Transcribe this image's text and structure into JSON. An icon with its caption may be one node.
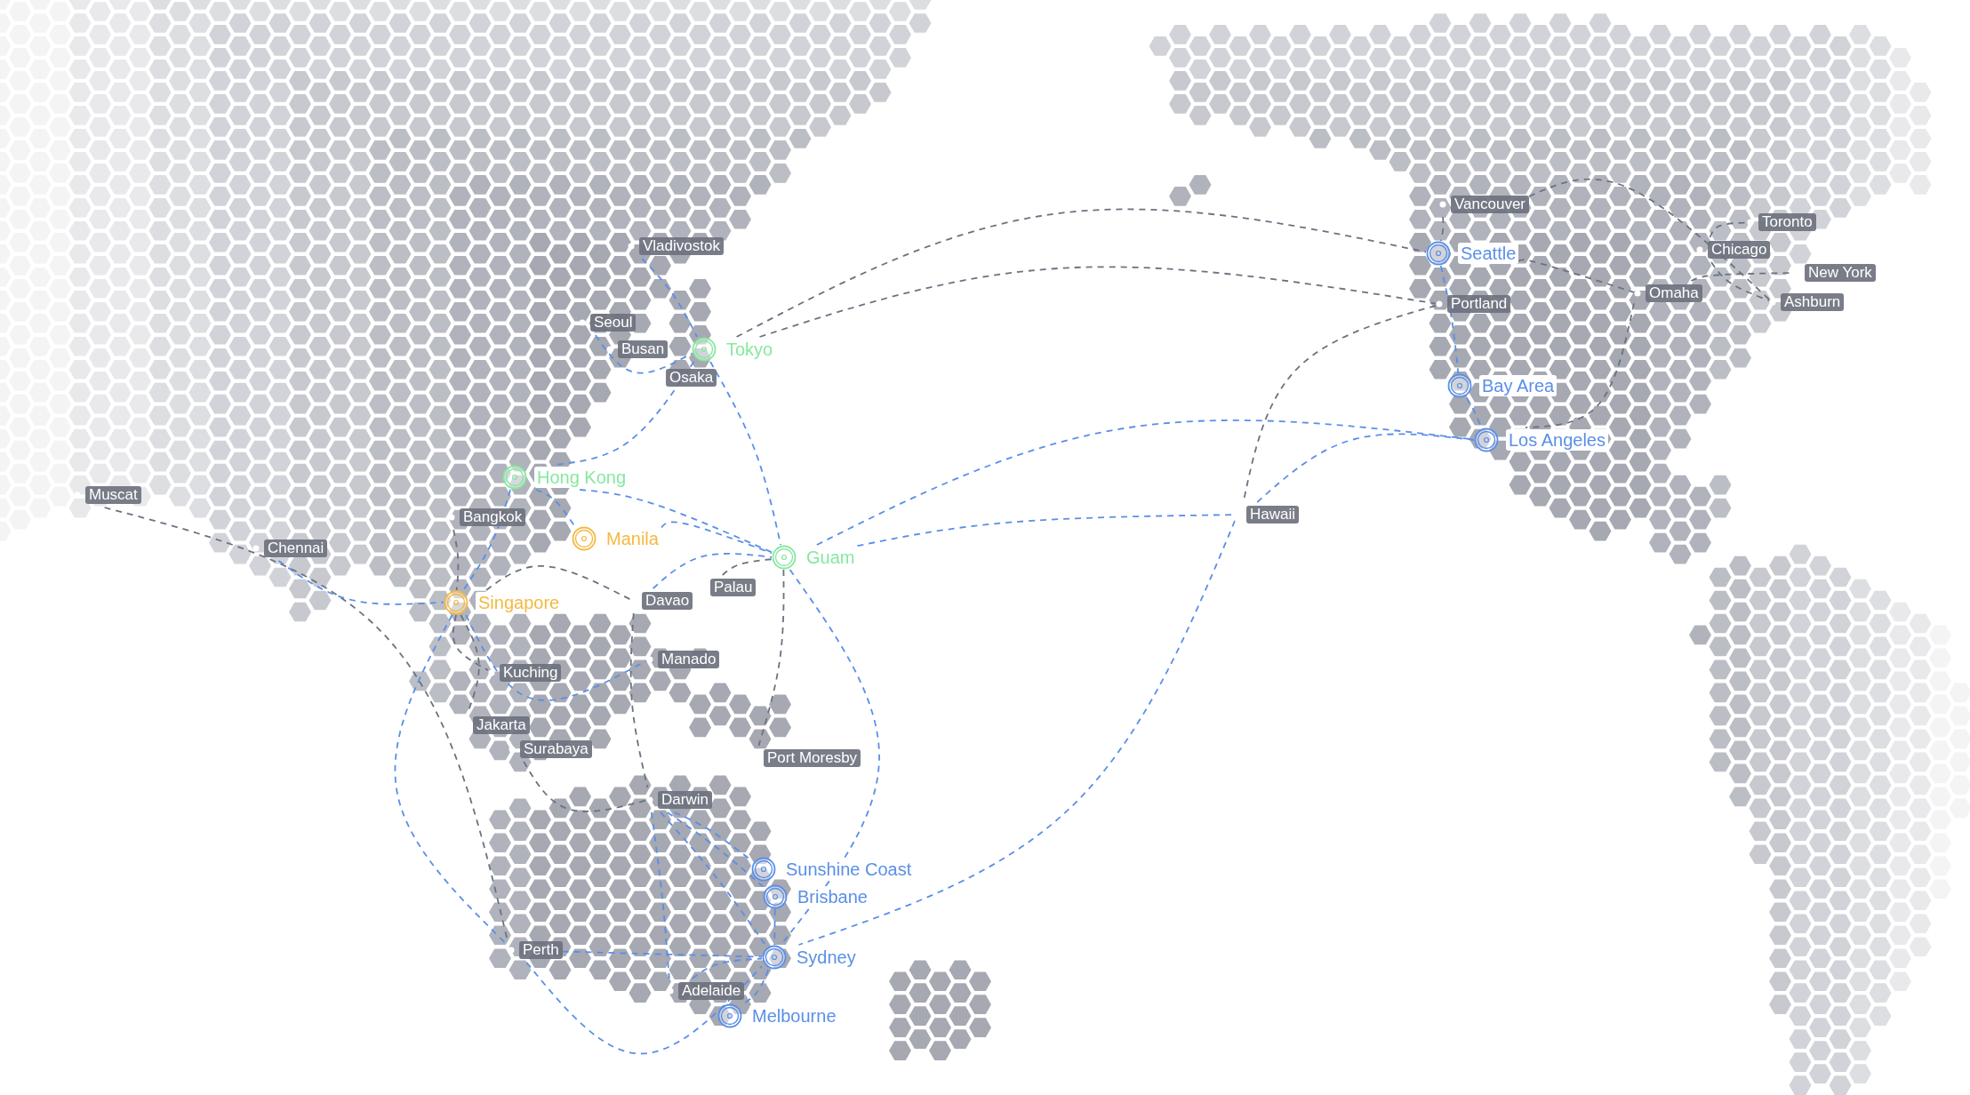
{
  "diagram": {
    "nodes": [
      {
        "text": [
          "Vladivostok"
        ]
      },
      {
        "text": [
          "Seoul"
        ]
      },
      {
        "text": [
          "Busan"
        ]
      },
      {
        "text": [
          "Tokyo"
        ]
      },
      {
        "text": [
          "Osaka"
        ]
      },
      {
        "text": [
          "Muscat"
        ]
      },
      {
        "text": [
          "Chennai"
        ]
      },
      {
        "text": [
          "Hong Kong"
        ]
      },
      {
        "text": [
          "Bangkok"
        ]
      },
      {
        "text": [
          "Manila"
        ]
      },
      {
        "text": [
          "Guam"
        ]
      },
      {
        "text": [
          "Singapore"
        ]
      },
      {
        "text": [
          "Davao"
        ]
      },
      {
        "text": [
          "Palau"
        ]
      },
      {
        "text": [
          "Kuching"
        ]
      },
      {
        "text": [
          "Manado"
        ]
      },
      {
        "text": [
          "Jakarta"
        ]
      },
      {
        "text": [
          "Surabaya"
        ]
      },
      {
        "text": [
          "Port Moresby"
        ]
      },
      {
        "text": [
          "Darwin"
        ]
      },
      {
        "text": [
          "Sunshine Coast"
        ]
      },
      {
        "text": [
          "Brisbane"
        ]
      },
      {
        "text": [
          "Perth"
        ]
      },
      {
        "text": [
          "Sydney"
        ]
      },
      {
        "text": [
          "Adelaide"
        ]
      },
      {
        "text": [
          "Melbourne"
        ]
      },
      {
        "text": [
          "Vancouver"
        ]
      },
      {
        "text": [
          "Seattle"
        ]
      },
      {
        "text": [
          "Toronto"
        ]
      },
      {
        "text": [
          "Chicago"
        ]
      },
      {
        "text": [
          "New York"
        ]
      },
      {
        "text": [
          "Omaha"
        ]
      },
      {
        "text": [
          "Portland"
        ]
      },
      {
        "text": [
          "Ashburn"
        ]
      },
      {
        "text": [
          "Bay Area"
        ]
      },
      {
        "text": [
          "Los Angeles"
        ]
      },
      {
        "text": [
          "Hawaii"
        ]
      }
    ],
    "edges": [
      {
        "from": 3,
        "to": 27,
        "arrow": "none",
        "color": "#6b7380"
      },
      {
        "from": 3,
        "to": 32,
        "arrow": "none",
        "color": "#6b7380"
      },
      {
        "from": 5,
        "to": 22,
        "arrow": "none",
        "color": "#6b7380"
      },
      {
        "from": 8,
        "to": 11,
        "arrow": "none",
        "color": "#6b7380"
      },
      {
        "from": 11,
        "to": 12,
        "arrow": "none",
        "color": "#6b7380"
      },
      {
        "from": 11,
        "to": 14,
        "arrow": "none",
        "color": "#6b7380"
      },
      {
        "from": 11,
        "to": 16,
        "arrow": "none",
        "color": "#6b7380"
      },
      {
        "from": 12,
        "to": 19,
        "arrow": "none",
        "color": "#6b7380"
      },
      {
        "from": 17,
        "to": 19,
        "arrow": "none",
        "color": "#6b7380"
      },
      {
        "from": 13,
        "to": 10,
        "arrow": "none",
        "color": "#6b7380"
      },
      {
        "from": 10,
        "to": 18,
        "arrow": "none",
        "color": "#6b7380"
      },
      {
        "from": 26,
        "to": 27,
        "arrow": "none",
        "color": "#6b7380"
      },
      {
        "from": 26,
        "to": 33,
        "arrow": "none",
        "color": "#6b7380"
      },
      {
        "from": 27,
        "to": 31,
        "arrow": "none",
        "color": "#6b7380"
      },
      {
        "from": 31,
        "to": 30,
        "arrow": "none",
        "color": "#6b7380"
      },
      {
        "from": 29,
        "to": 28,
        "arrow": "none",
        "color": "#6b7380"
      },
      {
        "from": 29,
        "to": 33,
        "arrow": "none",
        "color": "#6b7380"
      },
      {
        "from": 31,
        "to": 35,
        "arrow": "none",
        "color": "#6b7380"
      },
      {
        "from": 32,
        "to": 36,
        "arrow": "none",
        "color": "#6b7380"
      },
      {
        "from": 0,
        "to": 3,
        "arrow": "none"
      },
      {
        "from": 1,
        "to": 3,
        "arrow": "none"
      },
      {
        "from": 3,
        "to": 7,
        "arrow": "none"
      },
      {
        "from": 3,
        "to": 10,
        "arrow": "none"
      },
      {
        "from": 7,
        "to": 10,
        "arrow": "none"
      },
      {
        "from": 7,
        "to": 9,
        "arrow": "none"
      },
      {
        "from": 9,
        "to": 10,
        "arrow": "none"
      },
      {
        "from": 7,
        "to": 11,
        "arrow": "none"
      },
      {
        "from": 6,
        "to": 11,
        "arrow": "none"
      },
      {
        "from": 11,
        "to": 22,
        "arrow": "none"
      },
      {
        "from": 11,
        "to": 15,
        "arrow": "none"
      },
      {
        "from": 12,
        "to": 10,
        "arrow": "none"
      },
      {
        "from": 10,
        "to": 23,
        "arrow": "none"
      },
      {
        "from": 10,
        "to": 35,
        "arrow": "none"
      },
      {
        "from": 10,
        "to": 36,
        "arrow": "none"
      },
      {
        "from": 36,
        "to": 35,
        "arrow": "none"
      },
      {
        "from": 36,
        "to": 23,
        "arrow": "none"
      },
      {
        "from": 19,
        "to": 20,
        "arrow": "none"
      },
      {
        "from": 19,
        "to": 21,
        "arrow": "none"
      },
      {
        "from": 19,
        "to": 23,
        "arrow": "none"
      },
      {
        "from": 19,
        "to": 24,
        "arrow": "none"
      },
      {
        "from": 22,
        "to": 23,
        "arrow": "none"
      },
      {
        "from": 22,
        "to": 23,
        "arrow": "none"
      },
      {
        "from": 24,
        "to": 23,
        "arrow": "none"
      },
      {
        "from": 23,
        "to": 25,
        "arrow": "none"
      },
      {
        "from": 21,
        "to": 23,
        "arrow": "none"
      },
      {
        "from": 27,
        "to": 34,
        "arrow": "none"
      },
      {
        "from": 34,
        "to": 35,
        "arrow": "none"
      }
    ]
  }
}
